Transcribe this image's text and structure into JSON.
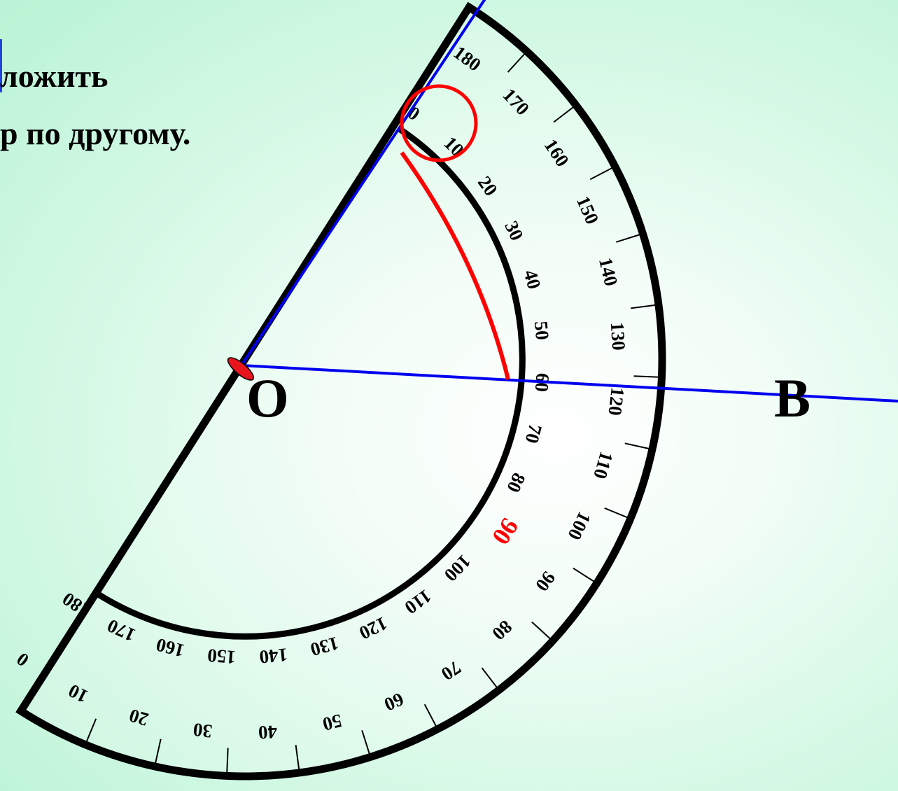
{
  "instruction": {
    "line1": "ложить",
    "line2": "р по другому."
  },
  "points": {
    "vertex_label": "O",
    "ray_end_label": "B"
  },
  "protractor": {
    "scale_labels": [
      "0",
      "10",
      "20",
      "30",
      "40",
      "50",
      "60",
      "70",
      "80",
      "90",
      "100",
      "110",
      "120",
      "130",
      "140",
      "150",
      "160",
      "170",
      "180"
    ],
    "highlighted_label": "90"
  },
  "colors": {
    "ray": "#0000ee",
    "protractor_outline": "#000000",
    "highlight": "#ff0000",
    "vertex_marker": "#e8141e"
  }
}
